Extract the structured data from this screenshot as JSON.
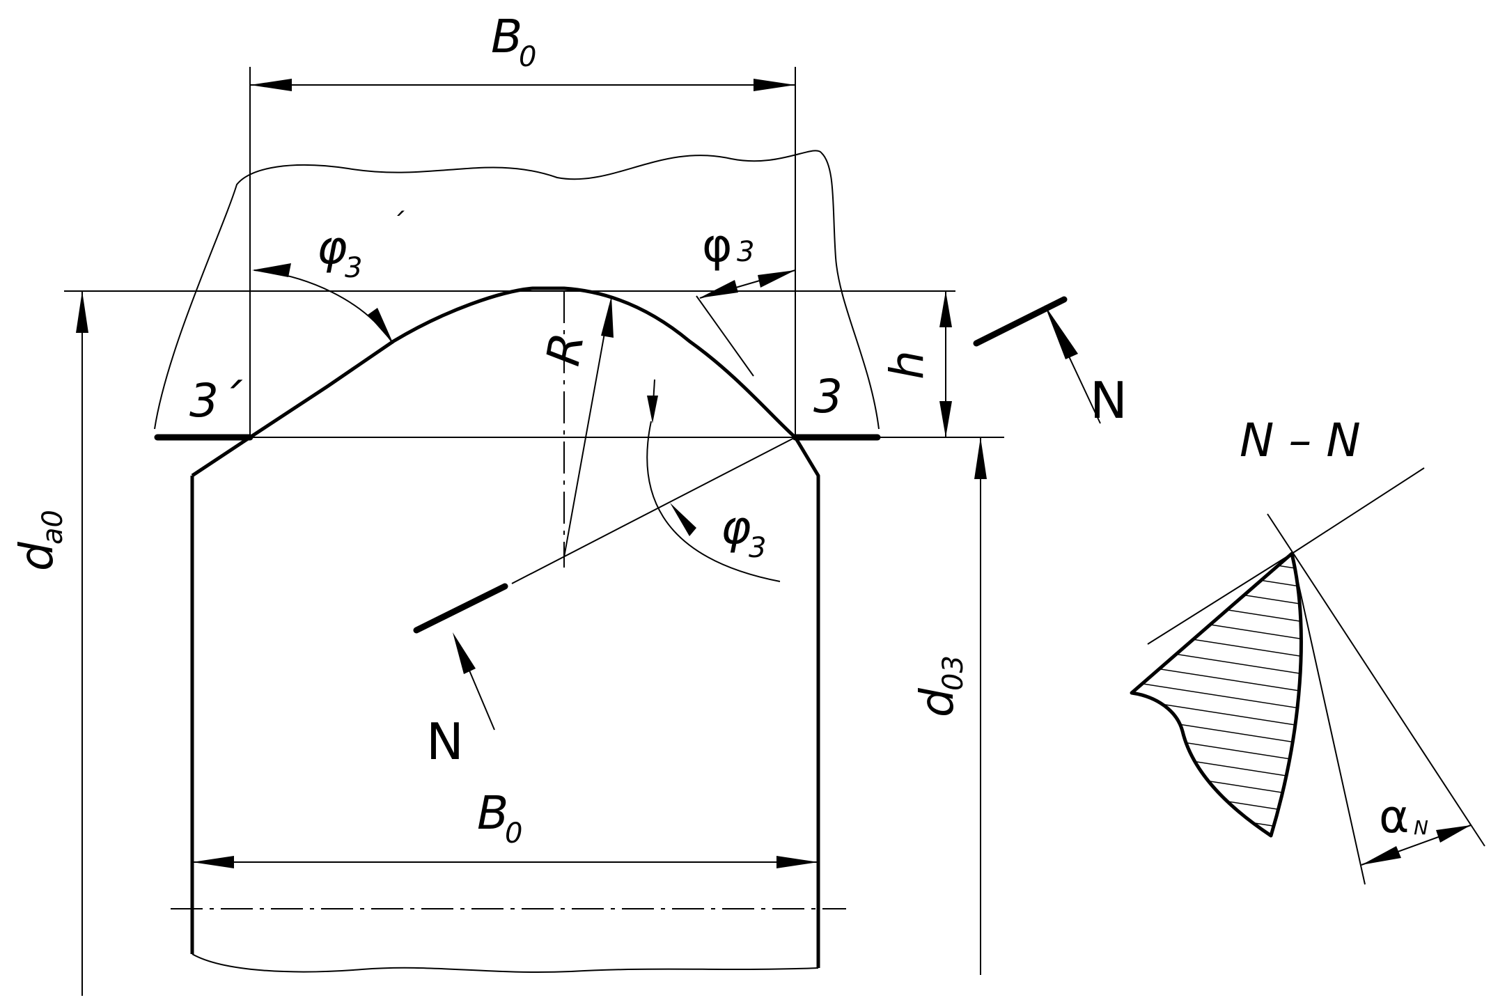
{
  "labels": {
    "b0_top": "B",
    "b0_top_sub": "0",
    "b0_bottom": "B",
    "b0_bottom_sub": "0",
    "phi3_prime": "φ",
    "phi3_prime_sub": "3",
    "phi3_prime_mark": "´",
    "phi3_right": "φ",
    "phi3_right_sub": "3",
    "phi3_lower": "φ",
    "phi3_lower_sub": "3",
    "R": "R",
    "h": "h",
    "point3_prime": "3´",
    "point3": "3",
    "da0": "d",
    "da0_sub": "a0",
    "d03": "d",
    "d03_sub": "03",
    "N_upper": "N",
    "N_lower": "N",
    "section": "N – N",
    "alpha": "α",
    "alpha_sub": "N"
  }
}
